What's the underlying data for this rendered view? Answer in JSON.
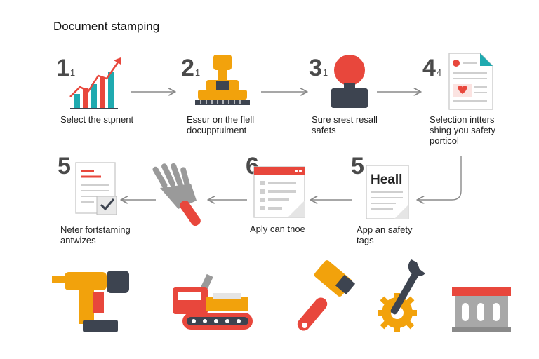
{
  "title": "Document stamping",
  "steps": [
    {
      "num": "1",
      "sub": "1",
      "line1": "Select the stpnent",
      "line2": "",
      "line3": ""
    },
    {
      "num": "2",
      "sub": "1",
      "line1": "Essur on the flell",
      "line2": "docupptuiment",
      "line3": ""
    },
    {
      "num": "3",
      "sub": "1",
      "line1": "Sure srest resall",
      "line2": "safets",
      "line3": ""
    },
    {
      "num": "4",
      "sub": "4",
      "line1": "Selection intters",
      "line2": "shing you safety",
      "line3": "porticol"
    },
    {
      "num": "5",
      "sub": "",
      "line1": "Neter fortstaming",
      "line2": "antwizes",
      "line3": ""
    },
    {
      "num": "6",
      "sub": "",
      "line1": "Aply can tnoe",
      "line2": "",
      "line3": ""
    },
    {
      "num": "5",
      "sub": "",
      "line1": "App an safety",
      "line2": "tags",
      "line3": "",
      "doc_heading": "Heall"
    }
  ],
  "colors": {
    "orange": "#f2a20c",
    "red": "#e8473c",
    "teal": "#1faab0",
    "dark": "#3d4450",
    "arrow": "#8a8a8a"
  },
  "bottom_icons": [
    "drill-icon",
    "bulldozer-icon",
    "hammer-icon",
    "wrench-gear-icon",
    "building-icon"
  ]
}
